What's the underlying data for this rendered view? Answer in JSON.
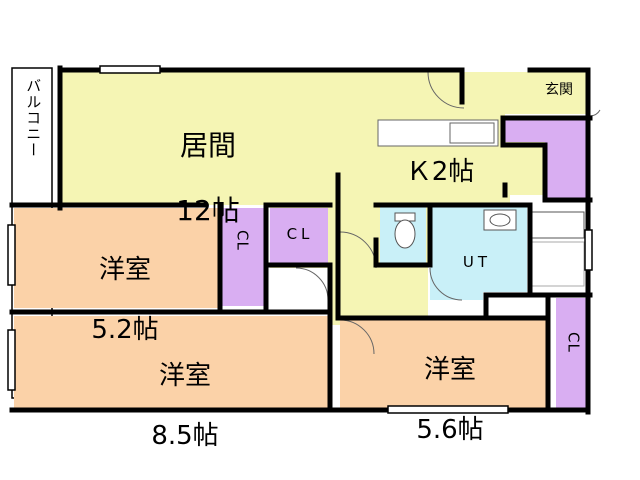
{
  "colors": {
    "wall": "#000000",
    "living": "#f5f5b4",
    "western_room": "#fbd2a8",
    "closet": "#d9aef2",
    "water": "#c9f0f8",
    "balcony": "#ffffff"
  },
  "rooms": {
    "living": {
      "name": "居間",
      "size": "12帖"
    },
    "kitchen": {
      "label": "Ｋ2帖"
    },
    "western_1": {
      "name": "洋室",
      "size": "5.2帖"
    },
    "western_2": {
      "name": "洋室",
      "size": "8.5帖"
    },
    "western_3": {
      "name": "洋室",
      "size": "5.6帖"
    },
    "closet_1": {
      "label": "CL"
    },
    "closet_2": {
      "label": "CL"
    },
    "closet_3": {
      "label": "CL"
    },
    "utility": {
      "label": "UT"
    },
    "entrance": {
      "label": "玄関"
    },
    "balcony": {
      "label": "バルコニー"
    }
  }
}
